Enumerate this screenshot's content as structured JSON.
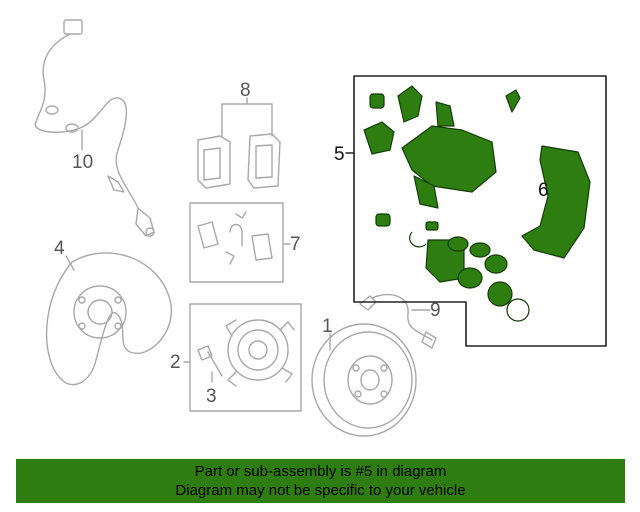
{
  "diagram": {
    "callouts": [
      "1",
      "2",
      "3",
      "4",
      "5",
      "6",
      "7",
      "8",
      "9",
      "10"
    ],
    "highlight_color": "#2e7d10",
    "line_color": "#a8a8a8"
  },
  "banner": {
    "line1": "Part or sub-assembly is #5 in diagram",
    "line2": "Diagram may not be specific to your vehicle",
    "color": "#2e7d10"
  }
}
